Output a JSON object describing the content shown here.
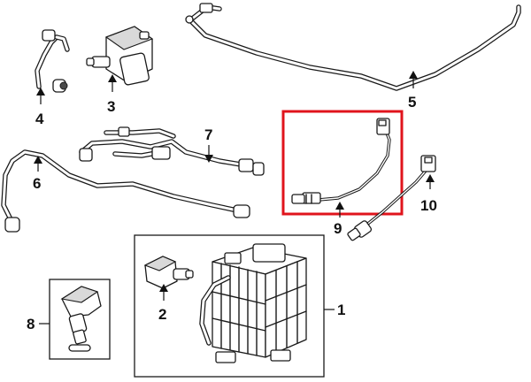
{
  "callouts": {
    "c1": "1",
    "c2": "2",
    "c3": "3",
    "c4": "4",
    "c5": "5",
    "c6": "6",
    "c7": "7",
    "c8": "8",
    "c9": "9",
    "c10": "10"
  },
  "colors": {
    "highlight": "#e0141c",
    "line": "#1a1a1a",
    "background": "#ffffff"
  }
}
